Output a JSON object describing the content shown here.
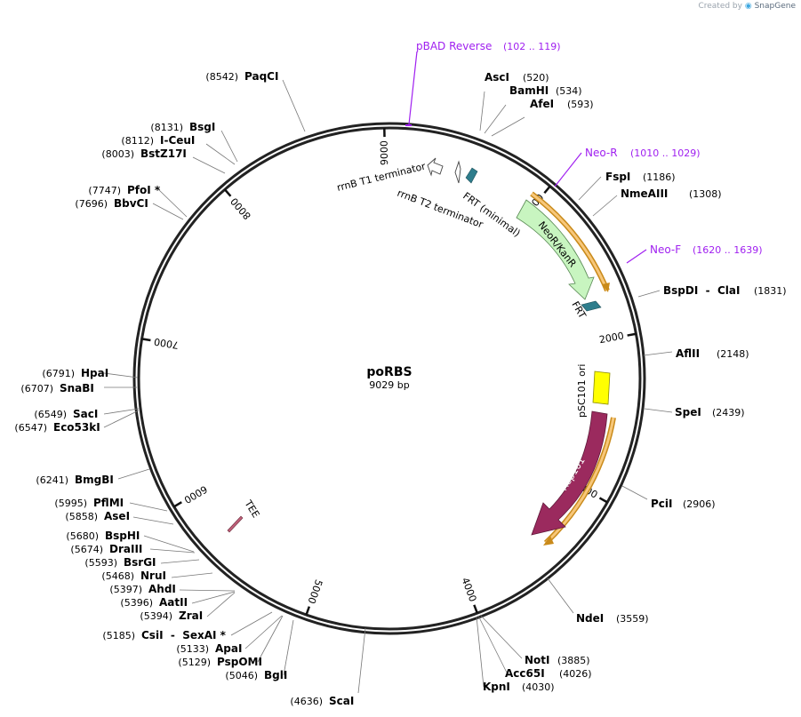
{
  "credit": {
    "prefix": "Created by",
    "brand": "SnapGene"
  },
  "plasmid": {
    "name": "poRBS",
    "length_label": "9029 bp",
    "length": 9029
  },
  "ticks": [
    {
      "value": 1000,
      "label": "1000"
    },
    {
      "value": 2000,
      "label": "2000"
    },
    {
      "value": 3000,
      "label": "3000"
    },
    {
      "value": 4000,
      "label": "4000"
    },
    {
      "value": 5000,
      "label": "5000"
    },
    {
      "value": 6000,
      "label": "6000"
    },
    {
      "value": 7000,
      "label": "7000"
    },
    {
      "value": 8000,
      "label": "8000"
    },
    {
      "value": 9000,
      "label": "9000"
    }
  ],
  "primers": [
    {
      "name": "pBAD Reverse",
      "range": "(102 .. 119)"
    },
    {
      "name": "Neo-R",
      "range": "(1010 .. 1029)"
    },
    {
      "name": "Neo-F",
      "range": "(1620 .. 1639)"
    }
  ],
  "sites_right": [
    {
      "name": "AscI",
      "pos": "(520)"
    },
    {
      "name": "BamHI",
      "pos": "(534)"
    },
    {
      "name": "AfeI",
      "pos": "(593)"
    },
    {
      "name": "FspI",
      "pos": "(1186)"
    },
    {
      "name": "NmeAIII",
      "pos": "(1308)"
    },
    {
      "name": "BspDI  -  ClaI",
      "pos": "(1831)"
    },
    {
      "name": "AflII",
      "pos": "(2148)"
    },
    {
      "name": "SpeI",
      "pos": "(2439)"
    },
    {
      "name": "PciI",
      "pos": "(2906)"
    },
    {
      "name": "NdeI",
      "pos": "(3559)"
    },
    {
      "name": "NotI",
      "pos": "(3885)"
    },
    {
      "name": "Acc65I",
      "pos": "(4026)"
    },
    {
      "name": "KpnI",
      "pos": "(4030)"
    }
  ],
  "sites_left": [
    {
      "name": "PaqCI",
      "pos": "(8542)"
    },
    {
      "name": "BsgI",
      "pos": "(8131)"
    },
    {
      "name": "I-CeuI",
      "pos": "(8112)"
    },
    {
      "name": "BstZ17I",
      "pos": "(8003)"
    },
    {
      "name": "PfoI *",
      "pos": "(7747)"
    },
    {
      "name": "BbvCI",
      "pos": "(7696)"
    },
    {
      "name": "HpaI",
      "pos": "(6791)"
    },
    {
      "name": "SnaBI",
      "pos": "(6707)"
    },
    {
      "name": "SacI",
      "pos": "(6549)"
    },
    {
      "name": "Eco53kI",
      "pos": "(6547)"
    },
    {
      "name": "BmgBI",
      "pos": "(6241)"
    },
    {
      "name": "PflMI",
      "pos": "(5995)"
    },
    {
      "name": "AseI",
      "pos": "(5858)"
    },
    {
      "name": "BspHI",
      "pos": "(5680)"
    },
    {
      "name": "DraIII",
      "pos": "(5674)"
    },
    {
      "name": "BsrGI",
      "pos": "(5593)"
    },
    {
      "name": "NruI",
      "pos": "(5468)"
    },
    {
      "name": "AhdI",
      "pos": "(5397)"
    },
    {
      "name": "AatII",
      "pos": "(5396)"
    },
    {
      "name": "ZraI",
      "pos": "(5394)"
    },
    {
      "name": "CsiI  -  SexAI *",
      "pos": "(5185)"
    },
    {
      "name": "ApaI",
      "pos": "(5133)"
    },
    {
      "name": "PspOMI",
      "pos": "(5129)"
    },
    {
      "name": "BglI",
      "pos": "(5046)"
    },
    {
      "name": "ScaI",
      "pos": "(4636)"
    }
  ],
  "features": [
    {
      "name": "rrnB T1 terminator",
      "color": "#ffffff"
    },
    {
      "name": "rrnB T2 terminator",
      "color": "#ffffff"
    },
    {
      "name": "FRT (minimal)",
      "color": "#2e7d8c"
    },
    {
      "name": "NeoR/KanR",
      "color": "#c8f5c0"
    },
    {
      "name": "FRT",
      "color": "#2e7d8c"
    },
    {
      "name": "pSC101 ori",
      "color": "#ffff00"
    },
    {
      "name": "Rep101",
      "color": "#9b2a5e"
    },
    {
      "name": "TEE",
      "color": "#c0607a"
    }
  ],
  "colors": {
    "primer": "#a020f0",
    "orf": "#f5a623",
    "backbone": "#222222"
  }
}
